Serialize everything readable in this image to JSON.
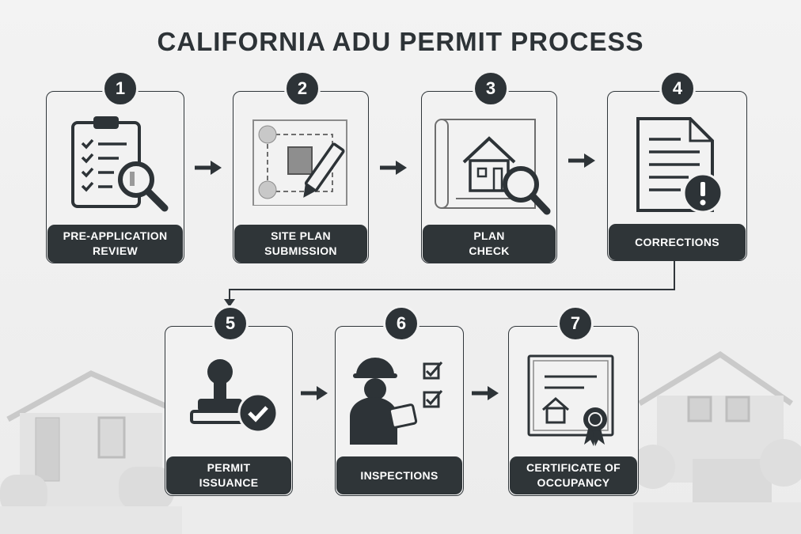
{
  "title": "CALIFORNIA ADU PERMIT PROCESS",
  "steps": [
    {
      "number": "1",
      "label_line1": "PRE-APPLICATION",
      "label_line2": "REVIEW",
      "icon": "clipboard-magnifier-icon"
    },
    {
      "number": "2",
      "label_line1": "SITE PLAN",
      "label_line2": "SUBMISSION",
      "icon": "site-plan-pencil-icon"
    },
    {
      "number": "3",
      "label_line1": "PLAN",
      "label_line2": "CHECK",
      "icon": "blueprint-magnifier-icon"
    },
    {
      "number": "4",
      "label_line1": "CORRECTIONS",
      "label_line2": "",
      "icon": "document-alert-icon"
    },
    {
      "number": "5",
      "label_line1": "PERMIT",
      "label_line2": "ISSUANCE",
      "icon": "stamp-check-icon"
    },
    {
      "number": "6",
      "label_line1": "INSPECTIONS",
      "label_line2": "",
      "icon": "inspector-checklist-icon"
    },
    {
      "number": "7",
      "label_line1": "CERTIFICATE OF",
      "label_line2": "OCCUPANCY",
      "icon": "certificate-ribbon-icon"
    }
  ],
  "colors": {
    "dark": "#2d3337",
    "background": "#f0f0f0"
  }
}
